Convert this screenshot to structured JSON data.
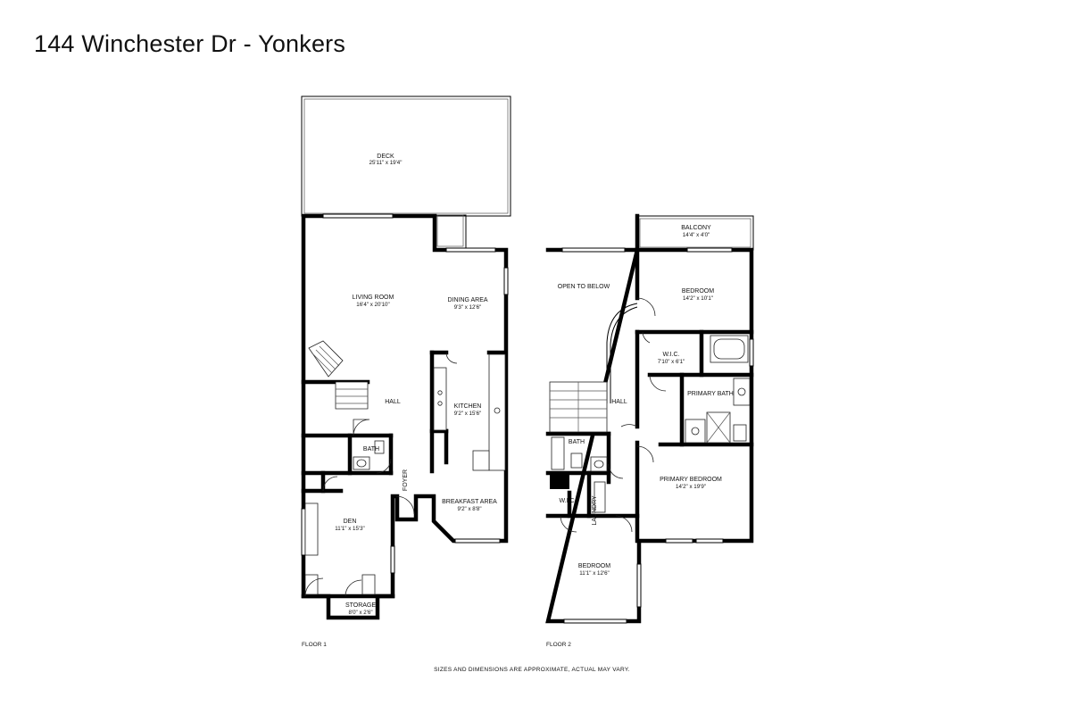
{
  "title": "144 Winchester Dr - Yonkers",
  "floor1": {
    "label": "FLOOR 1",
    "rooms": {
      "deck": {
        "name": "DECK",
        "dims": "25'11\" x 19'4\""
      },
      "living_room": {
        "name": "LIVING ROOM",
        "dims": "16'4\" x 20'10\""
      },
      "dining_area": {
        "name": "DINING AREA",
        "dims": "9'3\" x 12'6\""
      },
      "hall": {
        "name": "HALL"
      },
      "kitchen": {
        "name": "KITCHEN",
        "dims": "9'2\" x 15'6\""
      },
      "bath": {
        "name": "BATH"
      },
      "foyer": {
        "name": "FOYER"
      },
      "breakfast_area": {
        "name": "BREAKFAST AREA",
        "dims": "9'2\" x 8'8\""
      },
      "den": {
        "name": "DEN",
        "dims": "11'1\" x 15'3\""
      },
      "storage": {
        "name": "STORAGE",
        "dims": "8'0\" x 2'6\""
      }
    }
  },
  "floor2": {
    "label": "FLOOR 2",
    "rooms": {
      "balcony": {
        "name": "BALCONY",
        "dims": "14'4\" x 4'0\""
      },
      "open_to_below": {
        "name": "OPEN TO BELOW"
      },
      "bedroom_top": {
        "name": "BEDROOM",
        "dims": "14'2\" x 10'1\""
      },
      "wic_primary": {
        "name": "W.I.C.",
        "dims": "7'10\" x 6'1\""
      },
      "primary_bath": {
        "name": "PRIMARY BATH"
      },
      "hall": {
        "name": "HALL"
      },
      "bath": {
        "name": "BATH"
      },
      "primary_bedroom": {
        "name": "PRIMARY BEDROOM",
        "dims": "14'2\" x 19'9\""
      },
      "wic_small": {
        "name": "W.I.C."
      },
      "laundry": {
        "name": "LAUNDRY"
      },
      "bedroom_bottom": {
        "name": "BEDROOM",
        "dims": "11'1\" x 12'6\""
      }
    }
  },
  "disclaimer": "SIZES AND DIMENSIONS ARE APPROXIMATE, ACTUAL MAY VARY."
}
